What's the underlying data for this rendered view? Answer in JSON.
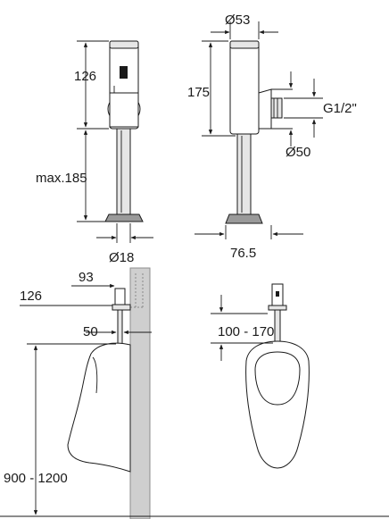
{
  "dimensions": {
    "front_height": "126",
    "front_pipe_length": "max.185",
    "pipe_diameter": "Ø18",
    "side_top_diameter": "Ø53",
    "side_height": "175",
    "thread": "G1/2\"",
    "side_connection_diameter": "Ø50",
    "side_depth": "76.5",
    "install_wall_offset": "93",
    "install_height": "126",
    "install_connection": "50",
    "install_mount_height": "900 - 1200",
    "front_install_range": "100 - 170"
  },
  "colors": {
    "line": "#1a1a1a",
    "wall": "#cfcfcf",
    "chrome": "#e6e6e6"
  }
}
